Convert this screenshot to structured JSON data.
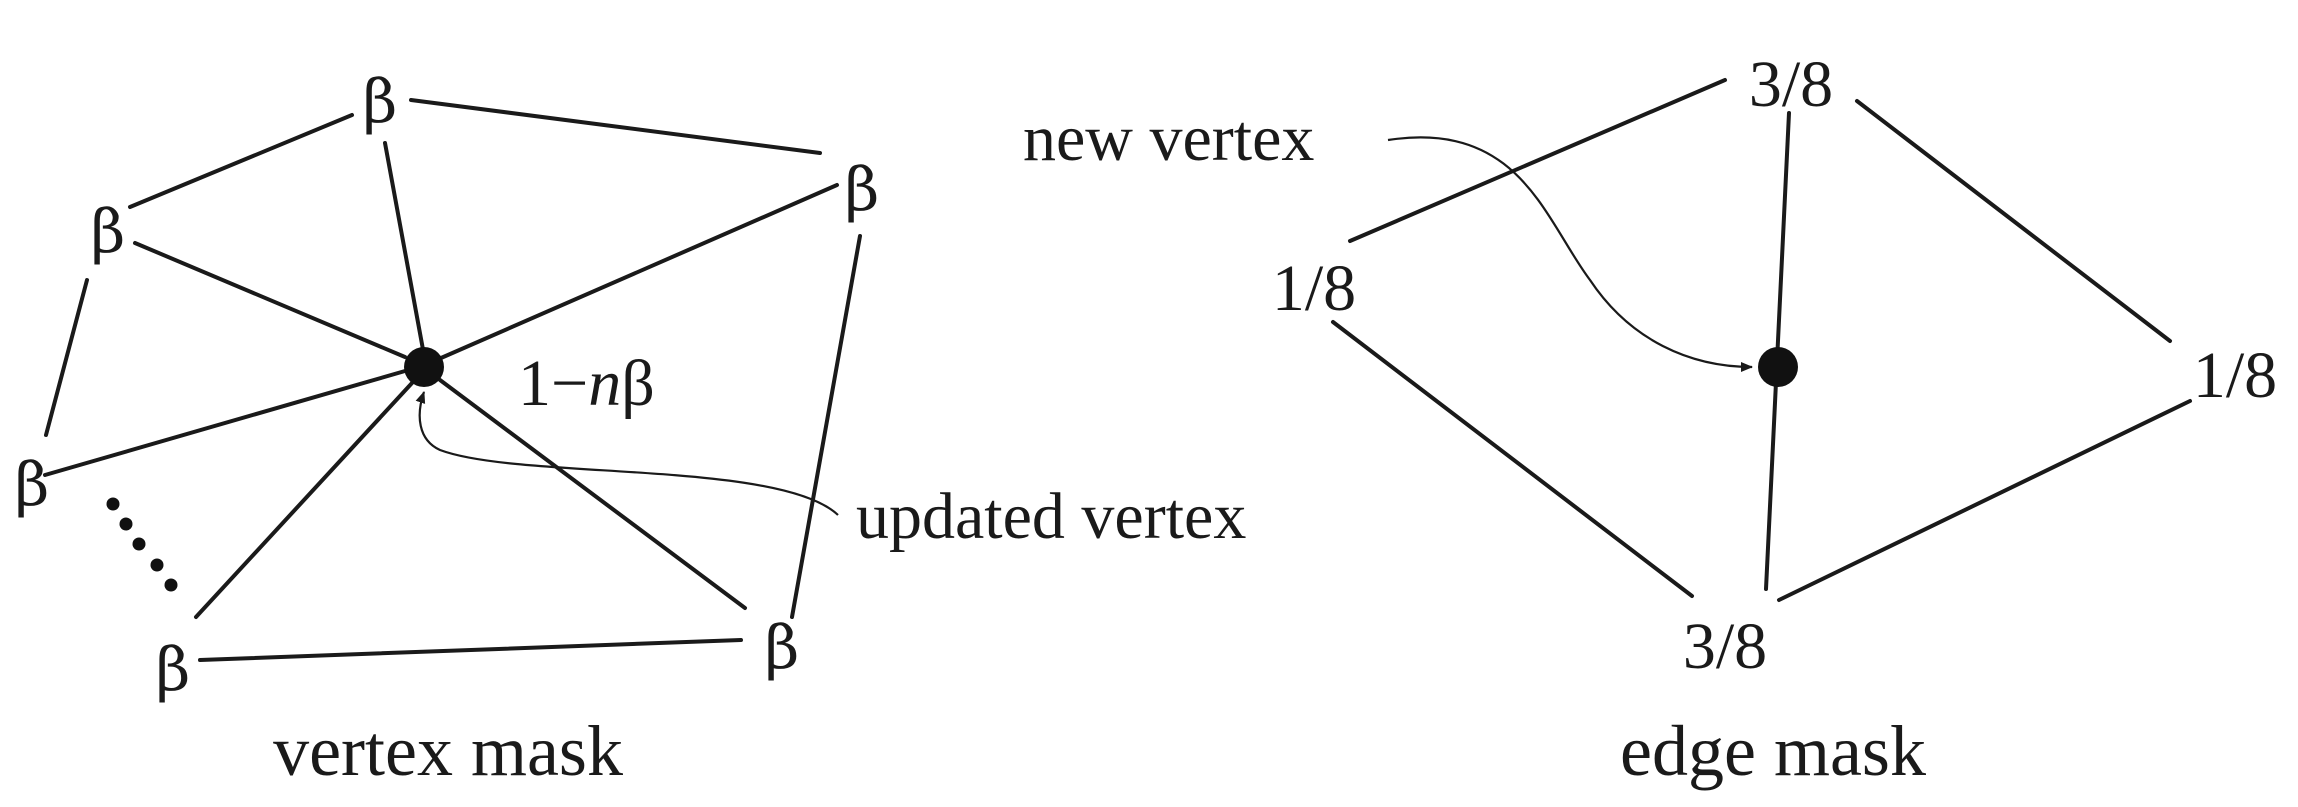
{
  "vertex_mask": {
    "caption": "vertex mask",
    "neighbor_weight": "β",
    "center_weight_prefix": "1−",
    "center_weight_var": "n",
    "center_weight_suffix": "β",
    "annotation": "updated vertex"
  },
  "edge_mask": {
    "caption": "edge mask",
    "weights": {
      "top": "3/8",
      "bottom": "3/8",
      "left": "1/8",
      "right": "1/8"
    },
    "annotation": "new vertex"
  }
}
